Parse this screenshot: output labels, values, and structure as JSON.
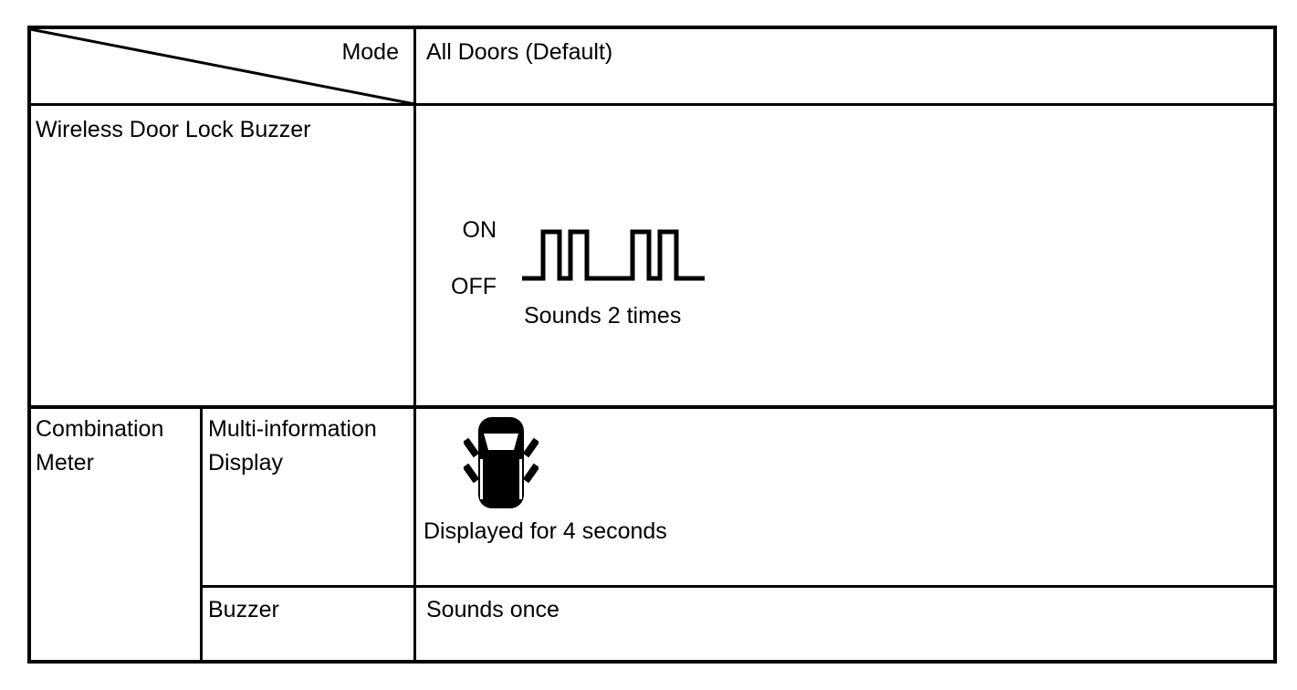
{
  "table": {
    "header": {
      "corner_label": "Mode",
      "mode_value": "All Doors (Default)"
    },
    "wireless_row": {
      "label": "Wireless Door Lock Buzzer",
      "waveform": {
        "icon": "buzzer-waveform-icon",
        "on_label": "ON",
        "off_label": "OFF",
        "caption": "Sounds 2 times",
        "pulse_groups": 2,
        "pulses_per_group": 2
      }
    },
    "combination_meter_row": {
      "label": "Combination Meter",
      "sub_rows": [
        {
          "label": "Multi-information Display",
          "icon": "car-all-doors-open-icon",
          "value": "Displayed for 4 seconds"
        },
        {
          "label": "Buzzer",
          "value": "Sounds once"
        }
      ]
    },
    "colors": {
      "border": "#000000",
      "background": "#ffffff",
      "text": "#000000"
    }
  }
}
